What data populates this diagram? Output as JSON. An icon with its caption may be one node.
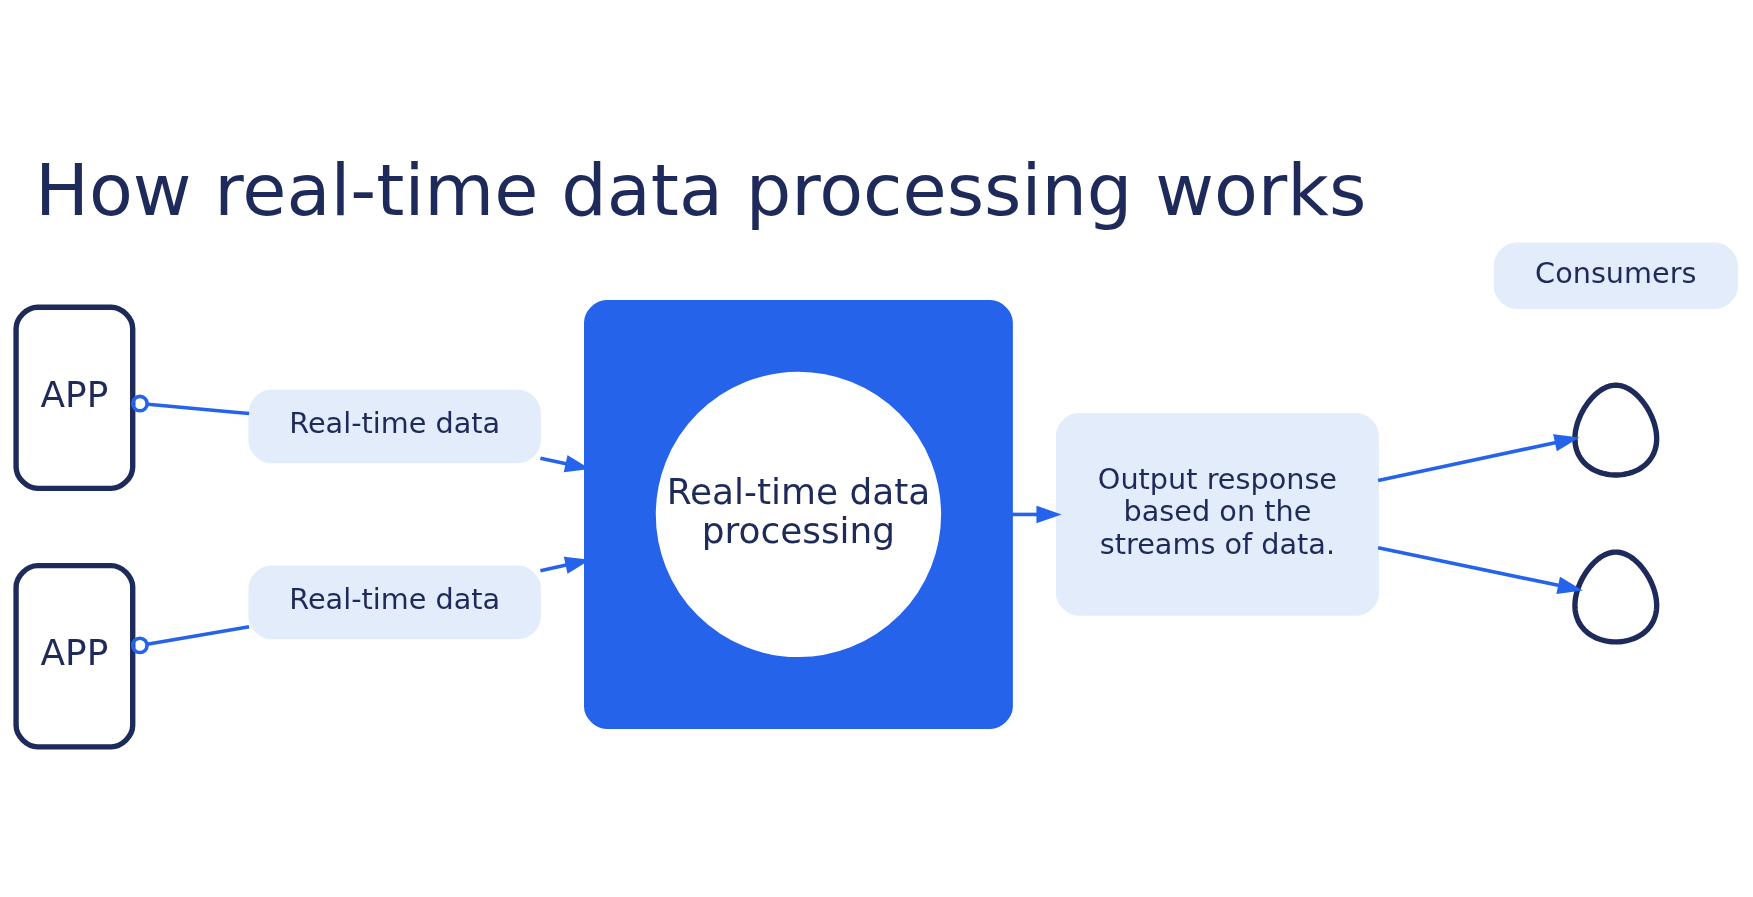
{
  "diagram": {
    "title": "How real-time data processing works",
    "nodes": [
      {
        "text": [
          "APP"
        ]
      },
      {
        "text": [
          "APP"
        ]
      },
      {
        "text": [
          "Real-time data"
        ]
      },
      {
        "text": [
          "Real-time data"
        ]
      },
      {
        "text": [],
        "shape": "cloud"
      },
      {
        "text": [
          "Real-time data processing"
        ],
        "in": 4
      },
      {
        "text": [
          "Output response based on the streams of data."
        ]
      },
      {
        "text": [],
        "shape": "person"
      },
      {
        "text": [],
        "shape": "person"
      },
      {
        "text": [
          "Consumers"
        ]
      }
    ],
    "edges": [
      {
        "from": 0,
        "to": 2,
        "arrow": "other"
      },
      {
        "from": 1,
        "to": 3,
        "arrow": "other"
      },
      {
        "from": 2,
        "to": 4,
        "arrow": "to"
      },
      {
        "from": 3,
        "to": 4,
        "arrow": "to"
      },
      {
        "from": 4,
        "to": 6,
        "arrow": "to"
      },
      {
        "from": 6,
        "to": 7,
        "arrow": "to"
      },
      {
        "from": 6,
        "to": 8,
        "arrow": "to"
      }
    ]
  }
}
